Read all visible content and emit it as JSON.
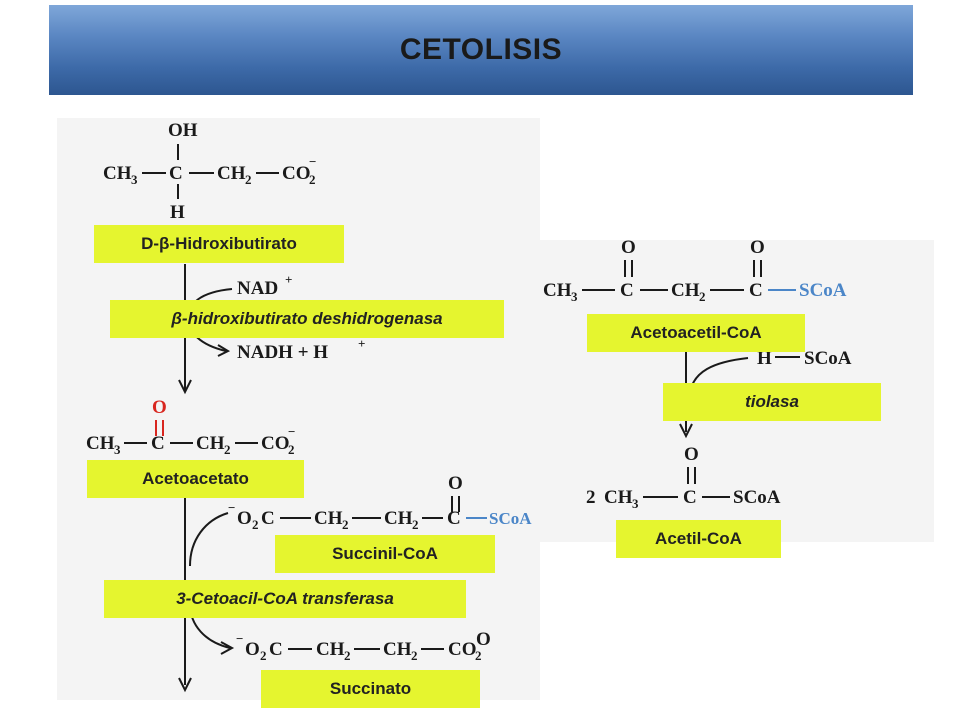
{
  "title": "CETOLISIS",
  "labels": {
    "hydroxybutyrate": "D-β-Hidroxibutirato",
    "dehydrogenase": "β-hidroxibutirato deshidrogenasa",
    "acetoacetate": "Acetoacetato",
    "succinyl_coa": "Succinil-CoA",
    "transferase": "3-Cetoacil-CoA transferasa",
    "succinate": "Succinato",
    "acetoacetyl_coa": "Acetoacetil-CoA",
    "thiolase": "tiolasa",
    "acetyl_coa": "Acetil-CoA"
  },
  "chem": {
    "OH": "OH",
    "H": "H",
    "CH3": "CH",
    "C": "C",
    "CH2": "CH",
    "CO2": "CO",
    "O": "O",
    "O2C": "O",
    "minus": "−",
    "sub2": "2",
    "sub3": "3",
    "SCoA": "SCoA",
    "NAD": "NAD",
    "NADH": "NADH + H",
    "plus": "+",
    "two": "2"
  },
  "colors": {
    "banner": "#3d6aa8",
    "label_bg": "#e5f52f",
    "keto_o": "#d8261f",
    "thioester": "#4b86c8"
  }
}
